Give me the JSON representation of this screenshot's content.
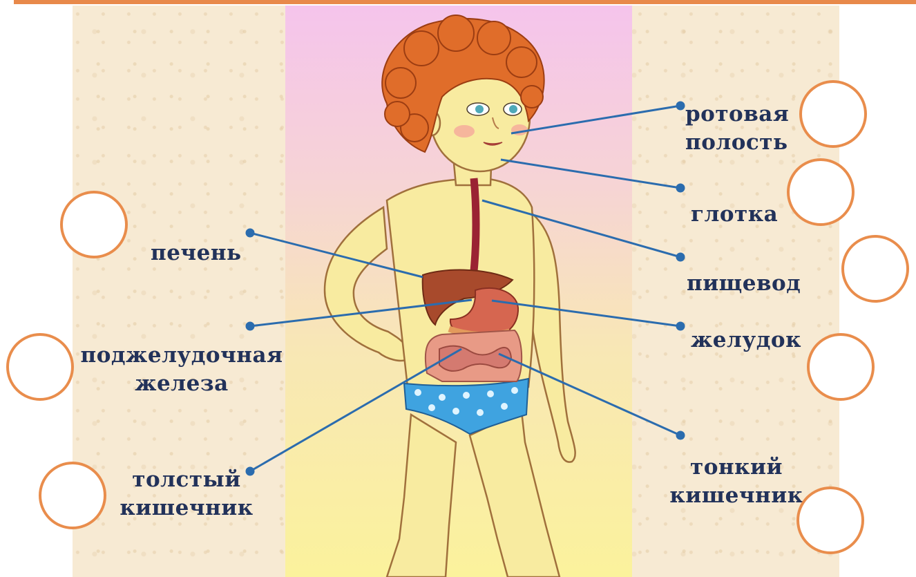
{
  "labels": {
    "mouth": "ротовая\nполость",
    "pharynx": "глотка",
    "esophagus": "пищевод",
    "stomach": "желудок",
    "small_intestine": "тонкий\nкишечник",
    "liver": "печень",
    "pancreas": "поджелудочная\nжелеза",
    "large_intestine": "толстый\nкишечник"
  },
  "colors": {
    "label_text": "#22325a",
    "pointer_line": "#2b6cae",
    "answer_circle": "#e98d4c",
    "accent_rule": "#e8894a"
  },
  "icons": {
    "figure": "boy-digestive-system-illustration"
  }
}
